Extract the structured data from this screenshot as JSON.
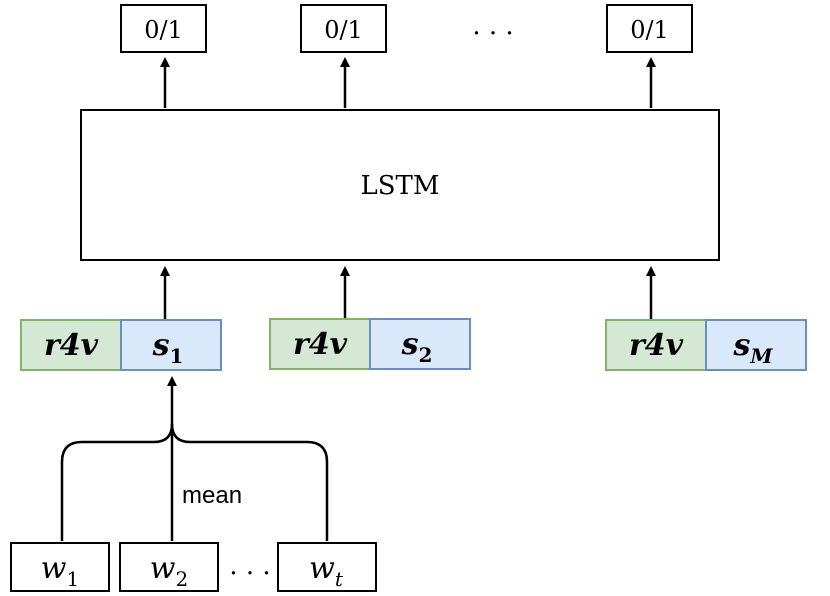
{
  "outputs": {
    "labels": [
      "0/1",
      "0/1",
      "0/1"
    ],
    "ellipsis": "· · ·"
  },
  "lstm": {
    "label": "LSTM"
  },
  "sentence_vectors": [
    {
      "left_label": "r4v",
      "right_base": "s",
      "right_sub": "1"
    },
    {
      "left_label": "r4v",
      "right_base": "s",
      "right_sub": "2"
    },
    {
      "left_label": "r4v",
      "right_base": "s",
      "right_sub": "M"
    }
  ],
  "word_inputs": [
    {
      "base": "w",
      "sub": "1"
    },
    {
      "base": "w",
      "sub": "2"
    },
    {
      "base": "w",
      "sub": "t"
    }
  ],
  "word_ellipsis": "· · ·",
  "aggregation": {
    "label": "mean"
  },
  "colors": {
    "green_fill": "#d5e8d4",
    "green_stroke": "#82b366",
    "blue_fill": "#dae8fc",
    "blue_stroke": "#6c8ebf"
  }
}
